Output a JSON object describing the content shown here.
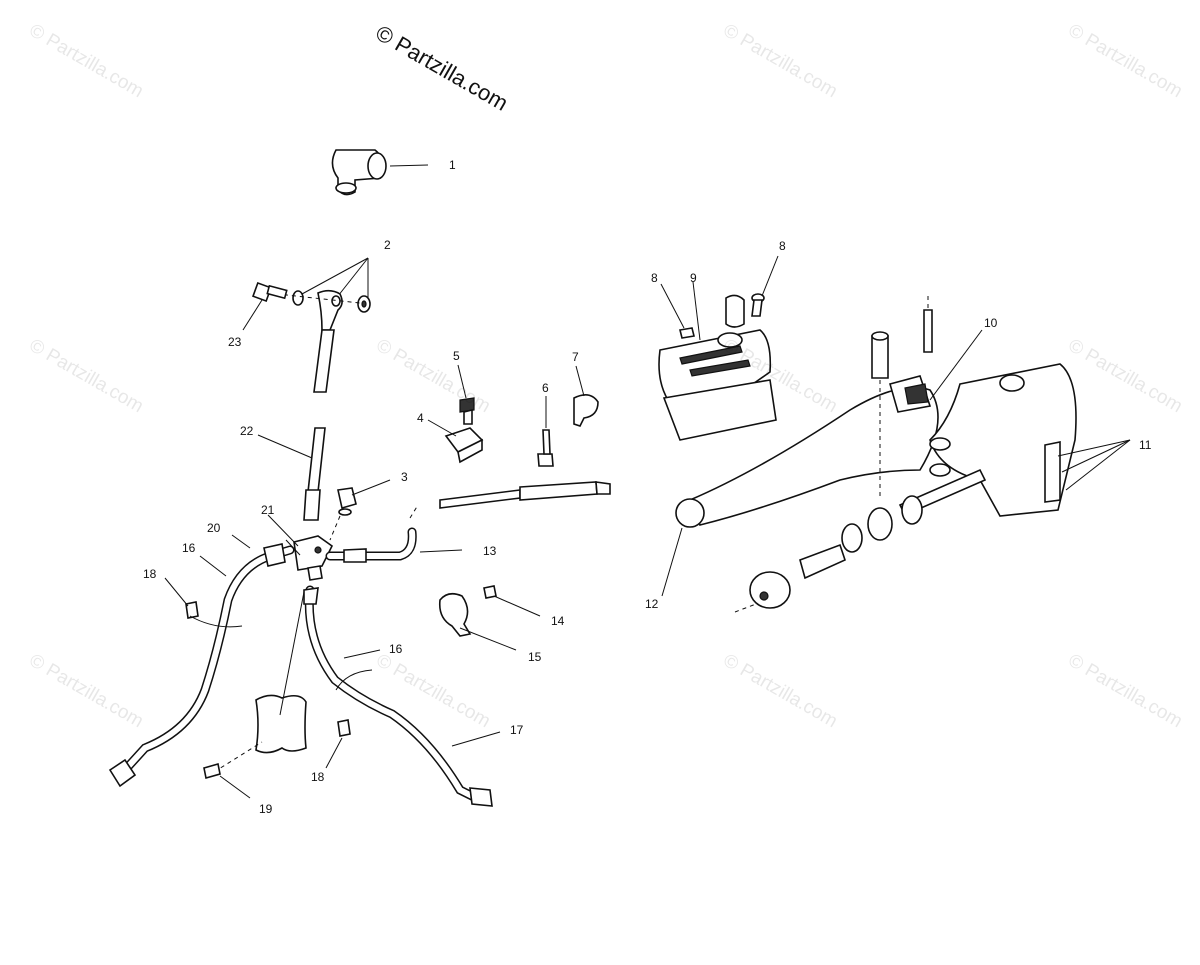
{
  "copyright": "© Partzilla.com",
  "watermark_text": "© Partzilla.com",
  "callouts": {
    "c1": "1",
    "c2": "2",
    "c3": "3",
    "c4": "4",
    "c5": "5",
    "c6": "6",
    "c7": "7",
    "c8a": "8",
    "c8b": "8",
    "c9": "9",
    "c10": "10",
    "c11": "11",
    "c12": "12",
    "c13": "13",
    "c14": "14",
    "c15": "15",
    "c16a": "16",
    "c16b": "16",
    "c17": "17",
    "c18a": "18",
    "c18b": "18",
    "c19": "19",
    "c20": "20",
    "c21": "21",
    "c22": "22",
    "c23": "23"
  },
  "colors": {
    "line": "#111111",
    "background": "#ffffff"
  }
}
